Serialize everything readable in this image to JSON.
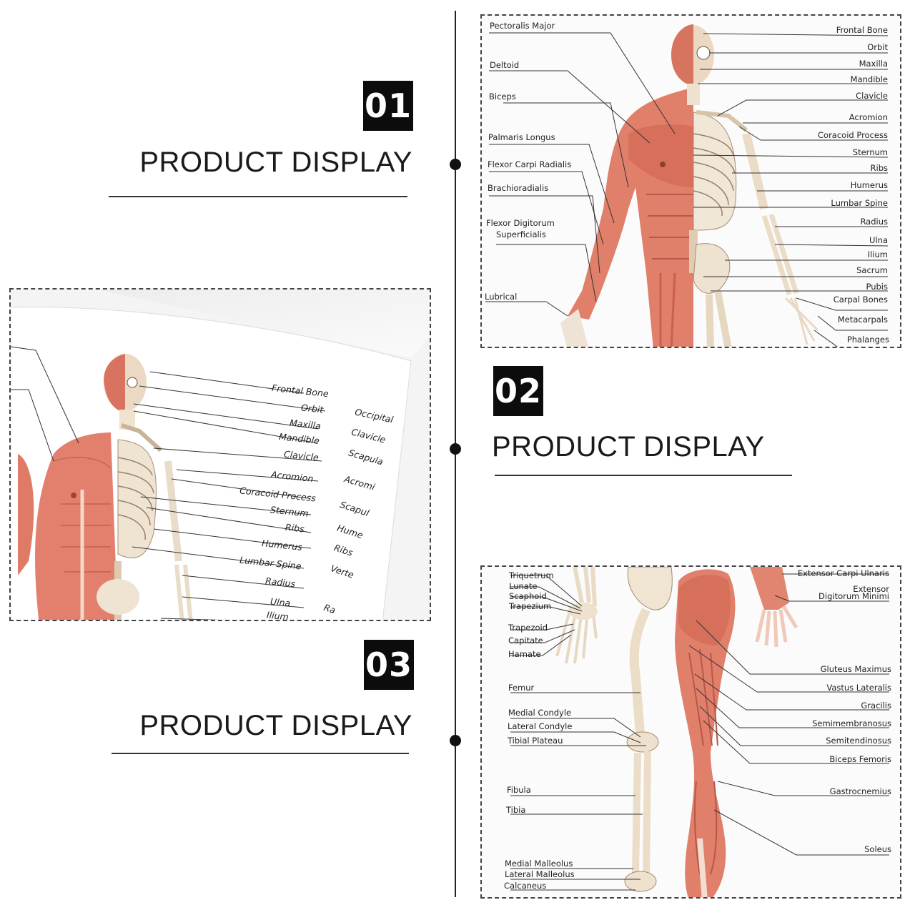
{
  "sections": [
    {
      "number": "01",
      "title": "PRODUCT DISPLAY"
    },
    {
      "number": "02",
      "title": "PRODUCT DISPLAY"
    },
    {
      "number": "03",
      "title": "PRODUCT DISPLAY"
    }
  ],
  "poster_top": {
    "left_labels": [
      "Pectoralis Major",
      "Deltoid",
      "Biceps",
      "Palmaris Longus",
      "Flexor Carpi Radialis",
      "Brachioradialis",
      "Flexor Digitorum",
      "Superficialis",
      "Lubrical"
    ],
    "right_labels": [
      "Frontal Bone",
      "Orbit",
      "Maxilla",
      "Mandible",
      "Clavicle",
      "Acromion",
      "Coracoid Process",
      "Sternum",
      "Ribs",
      "Humerus",
      "Lumbar Spine",
      "Radius",
      "Ulna",
      "Ilium",
      "Sacrum",
      "Pubis",
      "Carpal Bones",
      "Metacarpals",
      "Phalanges"
    ]
  },
  "poster_curled": {
    "labels": [
      "Frontal Bone",
      "Orbit",
      "Maxilla",
      "Mandible",
      "Clavicle",
      "Acromion",
      "Coracoid Process",
      "Sternum",
      "Ribs",
      "Humerus",
      "Lumbar Spine",
      "Radius",
      "Ulna",
      "Ilium"
    ],
    "back_labels": [
      "Occipital",
      "Clavicle",
      "Scapula",
      "Acromi",
      "Scapul",
      "Hume",
      "Ribs",
      "Verte",
      "Ra"
    ]
  },
  "poster_bottom": {
    "left_labels": [
      "Triquetrum",
      "Lunate",
      "Scaphoid",
      "Trapezium",
      "Trapezoid",
      "Capitate",
      "Hamate",
      "Femur",
      "Medial Condyle",
      "Lateral Condyle",
      "Tibial Plateau",
      "Fibula",
      "Tibia",
      "Medial Malleolus",
      "Lateral Malleolus",
      "Calcaneus"
    ],
    "right_labels": [
      "Extensor Carpi Ulnaris",
      "Extensor",
      "Digitorum Minimi",
      "Gluteus Maximus",
      "Vastus Lateralis",
      "Gracilis",
      "Semimembranosus",
      "Semitendinosus",
      "Biceps Femoris",
      "Gastrocnemius",
      "Soleus"
    ]
  }
}
